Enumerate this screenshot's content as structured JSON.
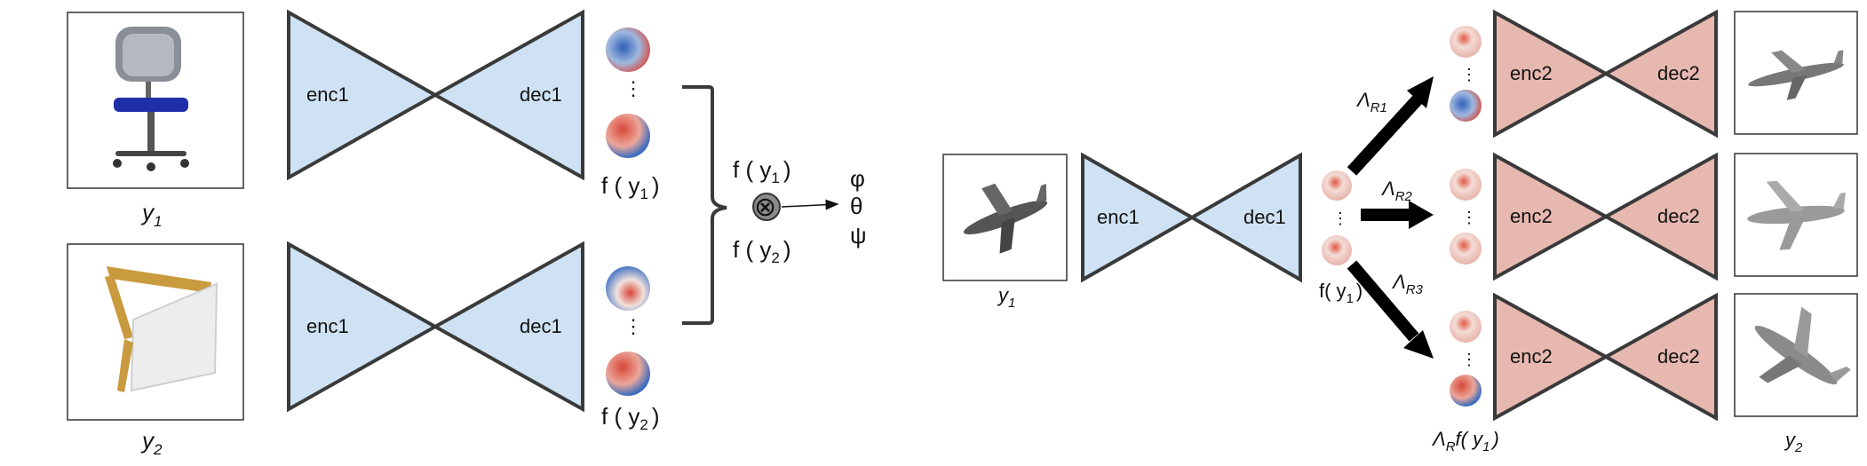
{
  "colors": {
    "encoder_fill": "#cfe2f3",
    "decoder2_fill": "#e6b8af",
    "outline": "#3a3a3a",
    "sphere_blue": "#2f5fb8",
    "sphere_red": "#d8483a"
  },
  "left_panel": {
    "inputs": [
      {
        "label": "y",
        "sub": "1",
        "image": "office-chair"
      },
      {
        "label": "y",
        "sub": "2",
        "image": "folding-chair"
      }
    ],
    "encoder_label": "enc1",
    "decoder_label": "dec1",
    "ellipsis": "⋮",
    "features": [
      {
        "prefix": "f ( y",
        "sub": "1",
        "suffix": ")"
      },
      {
        "prefix": "f ( y",
        "sub": "2",
        "suffix": ")"
      }
    ],
    "correlation_inputs": [
      {
        "prefix": "f ( y",
        "sub": "1",
        "suffix": ")"
      },
      {
        "prefix": "f ( y",
        "sub": "2",
        "suffix": ")"
      }
    ],
    "otimes_symbol": "⊗",
    "angles": [
      "φ",
      "θ",
      "ψ"
    ]
  },
  "right_panel": {
    "input": {
      "label": "y",
      "sub": "1",
      "image": "airplane"
    },
    "encoder_label": "enc1",
    "decoder_label": "dec1",
    "feature": {
      "prefix": "f( y",
      "sub": "1",
      "suffix": ")"
    },
    "ellipsis": "⋮",
    "rotations": [
      {
        "lambda": "Λ",
        "sub": "R1"
      },
      {
        "lambda": "Λ",
        "sub": "R2"
      },
      {
        "lambda": "Λ",
        "sub": "R3"
      }
    ],
    "branch_encoder_label": "enc2",
    "branch_decoder_label": "dec2",
    "rotated_feature": {
      "prefix": "Λ",
      "sub": "R",
      "middle": "f( y",
      "sub2": "1",
      "suffix": ")"
    },
    "output": {
      "label": "y",
      "sub": "2",
      "image": "airplane"
    }
  }
}
